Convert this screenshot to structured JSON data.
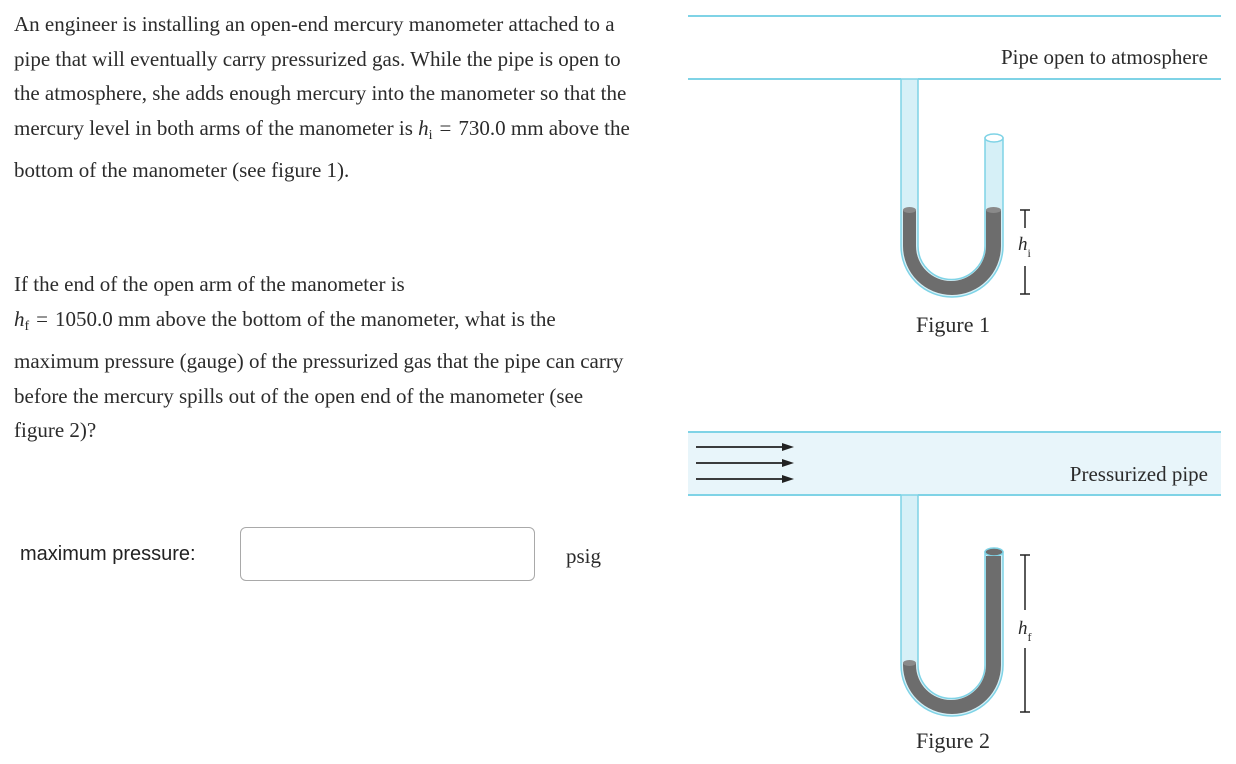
{
  "problem": {
    "p1_text": "An engineer is installing an open-end mercury manometer attached to a pipe that will eventually carry pressurized gas. While the pipe is open to the atmosphere, she adds enough mercury into the manometer so that the mercury level in both arms of the manometer is",
    "p1_var": "h",
    "p1_sub": "i",
    "p1_eq": "=",
    "p1_value": "730.0 mm above the bottom of the manometer (see figure 1).",
    "p2_text": "If the end of the open arm of the manometer is",
    "p2_var": "h",
    "p2_sub": "f",
    "p2_eq": "=",
    "p2_value": "1050.0 mm above the bottom of the manometer, what is the maximum pressure (gauge) of the pressurized gas that the pipe can carry before the mercury spills out of the open end of the manometer (see figure 2)?"
  },
  "answer": {
    "label": "maximum pressure:",
    "value": "",
    "placeholder": "",
    "unit": "psig"
  },
  "figure1": {
    "pipe_label": "Pipe open to atmosphere",
    "caption": "Figure 1",
    "dim_var": "h",
    "dim_sub": "i"
  },
  "figure2": {
    "pipe_label": "Pressurized pipe",
    "caption": "Figure 2",
    "dim_var": "h",
    "dim_sub": "f"
  },
  "colors": {
    "pipe_line": "#7fd3e6",
    "pipe_fill": "#e8f5fa",
    "tube_fill": "#d6f0f7",
    "mercury": "#6d6d6d",
    "text": "#2b2b2b"
  }
}
